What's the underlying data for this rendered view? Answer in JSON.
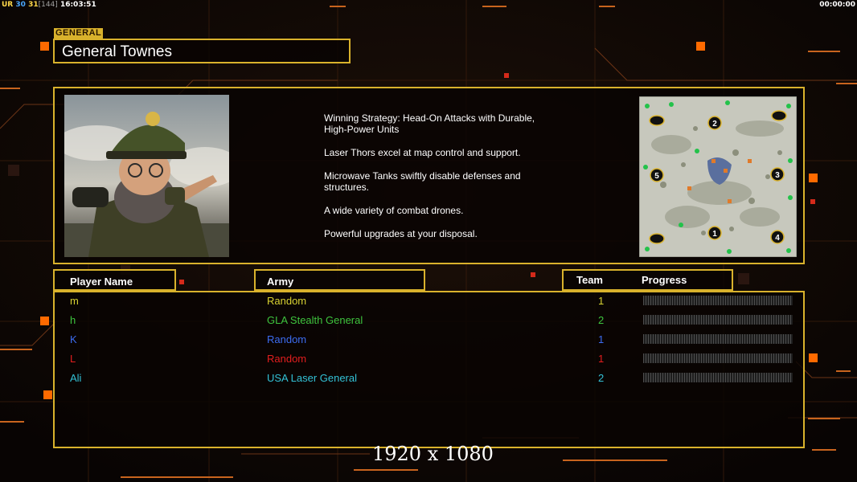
{
  "hud": {
    "ur": "UR",
    "fps1": "30",
    "fps2": "31",
    "frames": "[144]",
    "clock": "16:03:51",
    "timer": "00:00:00"
  },
  "general": {
    "tag": "GENERAL",
    "name": "General Townes"
  },
  "description": [
    "Winning Strategy: Head-On Attacks with Durable,\n High-Power Units",
    "Laser Thors excel at map control and support.",
    "Microwave Tanks swiftly disable defenses and\n structures.",
    "A wide variety of combat drones.",
    "Powerful upgrades at your disposal."
  ],
  "minimap": {
    "start_positions": [
      "1",
      "2",
      "3",
      "4",
      "5"
    ]
  },
  "columns": {
    "player": "Player Name",
    "army": "Army",
    "team": "Team",
    "progress": "Progress"
  },
  "players": [
    {
      "name": "m",
      "army": "Random",
      "team": "1",
      "color": "#d8d232",
      "progress": 0
    },
    {
      "name": "h",
      "army": "GLA Stealth General",
      "team": "2",
      "color": "#3ec43e",
      "progress": 0
    },
    {
      "name": "K",
      "army": "Random",
      "team": "1",
      "color": "#3c6cf0",
      "progress": 0
    },
    {
      "name": "L",
      "army": "Random",
      "team": "1",
      "color": "#e31e1e",
      "progress": 0
    },
    {
      "name": "Ali",
      "army": "USA Laser General",
      "team": "2",
      "color": "#33c2d6",
      "progress": 0
    }
  ],
  "resolution_label": "1920 x 1080",
  "colors": {
    "frame_gold": "#d9b22c",
    "accent_orange": "#ff6a00",
    "background": "#0d0806"
  }
}
